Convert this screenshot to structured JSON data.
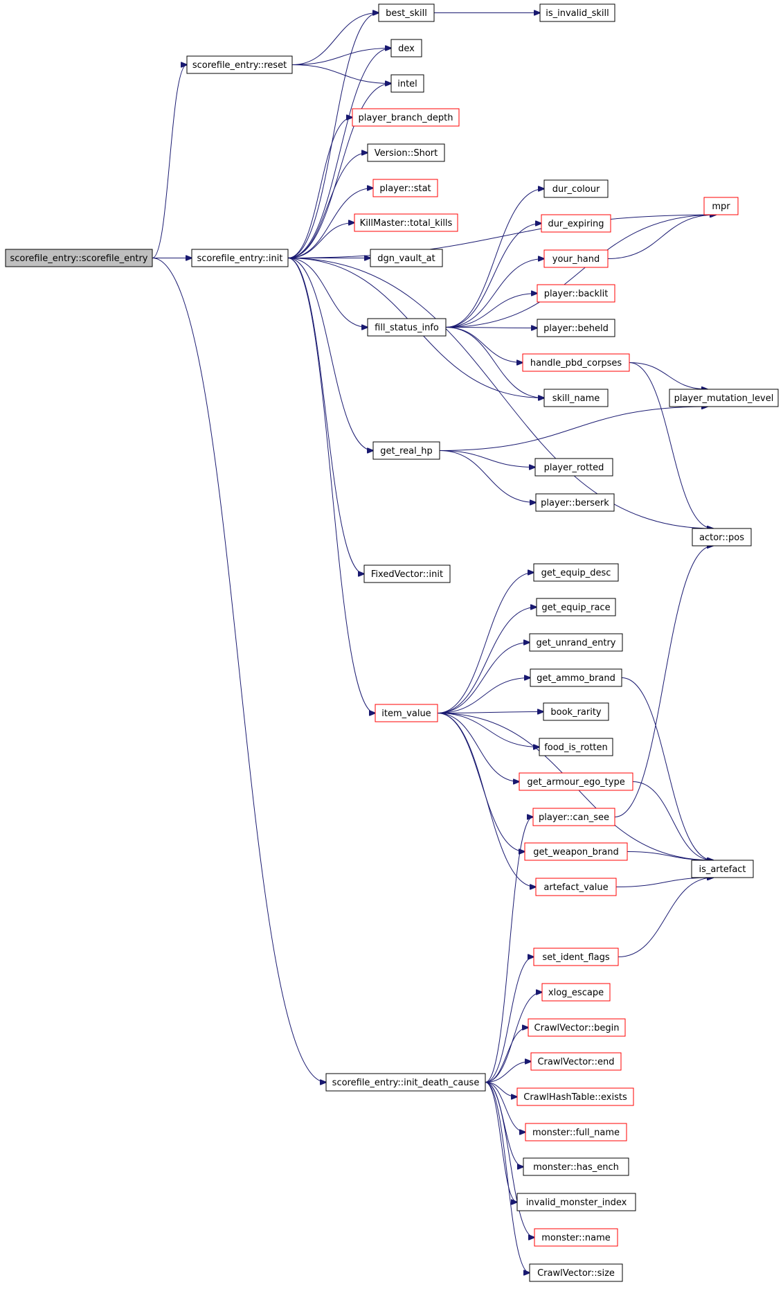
{
  "nodes": [
    {
      "id": "root",
      "label": "scorefile_entry::scorefile_entry",
      "highlight": "root"
    },
    {
      "id": "reset",
      "label": "scorefile_entry::reset",
      "highlight": "black"
    },
    {
      "id": "init",
      "label": "scorefile_entry::init",
      "highlight": "black"
    },
    {
      "id": "init_death_cause",
      "label": "scorefile_entry::init_death_cause",
      "highlight": "black"
    },
    {
      "id": "best_skill",
      "label": "best_skill",
      "highlight": "black"
    },
    {
      "id": "is_invalid_skill",
      "label": "is_invalid_skill",
      "highlight": "black"
    },
    {
      "id": "dex",
      "label": "dex",
      "highlight": "black"
    },
    {
      "id": "intel",
      "label": "intel",
      "highlight": "black"
    },
    {
      "id": "player_branch_depth",
      "label": "player_branch_depth",
      "highlight": "red"
    },
    {
      "id": "version_short",
      "label": "Version::Short",
      "highlight": "black"
    },
    {
      "id": "player_stat",
      "label": "player::stat",
      "highlight": "red"
    },
    {
      "id": "total_kills",
      "label": "KillMaster::total_kills",
      "highlight": "red"
    },
    {
      "id": "dgn_vault_at",
      "label": "dgn_vault_at",
      "highlight": "black"
    },
    {
      "id": "fill_status_info",
      "label": "fill_status_info",
      "highlight": "black"
    },
    {
      "id": "get_real_hp",
      "label": "get_real_hp",
      "highlight": "black"
    },
    {
      "id": "fixedvector_init",
      "label": "FixedVector::init",
      "highlight": "black"
    },
    {
      "id": "item_value",
      "label": "item_value",
      "highlight": "red"
    },
    {
      "id": "dur_colour",
      "label": "dur_colour",
      "highlight": "black"
    },
    {
      "id": "dur_expiring",
      "label": "dur_expiring",
      "highlight": "red"
    },
    {
      "id": "your_hand",
      "label": "your_hand",
      "highlight": "red"
    },
    {
      "id": "player_backlit",
      "label": "player::backlit",
      "highlight": "red"
    },
    {
      "id": "player_beheld",
      "label": "player::beheld",
      "highlight": "black"
    },
    {
      "id": "handle_pbd_corpses",
      "label": "handle_pbd_corpses",
      "highlight": "red"
    },
    {
      "id": "skill_name",
      "label": "skill_name",
      "highlight": "black"
    },
    {
      "id": "mpr",
      "label": "mpr",
      "highlight": "red"
    },
    {
      "id": "player_mutation_level",
      "label": "player_mutation_level",
      "highlight": "black"
    },
    {
      "id": "player_rotted",
      "label": "player_rotted",
      "highlight": "black"
    },
    {
      "id": "player_berserk",
      "label": "player::berserk",
      "highlight": "black"
    },
    {
      "id": "actor_pos",
      "label": "actor::pos",
      "highlight": "black"
    },
    {
      "id": "get_equip_desc",
      "label": "get_equip_desc",
      "highlight": "black"
    },
    {
      "id": "get_equip_race",
      "label": "get_equip_race",
      "highlight": "black"
    },
    {
      "id": "get_unrand_entry",
      "label": "get_unrand_entry",
      "highlight": "black"
    },
    {
      "id": "get_ammo_brand",
      "label": "get_ammo_brand",
      "highlight": "black"
    },
    {
      "id": "book_rarity",
      "label": "book_rarity",
      "highlight": "black"
    },
    {
      "id": "food_is_rotten",
      "label": "food_is_rotten",
      "highlight": "black"
    },
    {
      "id": "get_armour_ego_type",
      "label": "get_armour_ego_type",
      "highlight": "red"
    },
    {
      "id": "player_can_see",
      "label": "player::can_see",
      "highlight": "red"
    },
    {
      "id": "get_weapon_brand",
      "label": "get_weapon_brand",
      "highlight": "red"
    },
    {
      "id": "artefact_value",
      "label": "artefact_value",
      "highlight": "red"
    },
    {
      "id": "is_artefact",
      "label": "is_artefact",
      "highlight": "black"
    },
    {
      "id": "set_ident_flags",
      "label": "set_ident_flags",
      "highlight": "red"
    },
    {
      "id": "xlog_escape",
      "label": "xlog_escape",
      "highlight": "red"
    },
    {
      "id": "crawlvector_begin",
      "label": "CrawlVector::begin",
      "highlight": "red"
    },
    {
      "id": "crawlvector_end",
      "label": "CrawlVector::end",
      "highlight": "red"
    },
    {
      "id": "crawlhashtable_exists",
      "label": "CrawlHashTable::exists",
      "highlight": "red"
    },
    {
      "id": "monster_full_name",
      "label": "monster::full_name",
      "highlight": "red"
    },
    {
      "id": "monster_has_ench",
      "label": "monster::has_ench",
      "highlight": "black"
    },
    {
      "id": "invalid_monster_index",
      "label": "invalid_monster_index",
      "highlight": "black"
    },
    {
      "id": "monster_name",
      "label": "monster::name",
      "highlight": "red"
    },
    {
      "id": "crawlvector_size",
      "label": "CrawlVector::size",
      "highlight": "black"
    }
  ],
  "edges": [
    [
      "root",
      "reset"
    ],
    [
      "root",
      "init"
    ],
    [
      "root",
      "init_death_cause"
    ],
    [
      "reset",
      "best_skill"
    ],
    [
      "reset",
      "dex"
    ],
    [
      "reset",
      "intel"
    ],
    [
      "best_skill",
      "is_invalid_skill"
    ],
    [
      "init",
      "best_skill"
    ],
    [
      "init",
      "dex"
    ],
    [
      "init",
      "intel"
    ],
    [
      "init",
      "player_branch_depth"
    ],
    [
      "init",
      "version_short"
    ],
    [
      "init",
      "player_stat"
    ],
    [
      "init",
      "total_kills"
    ],
    [
      "init",
      "dgn_vault_at"
    ],
    [
      "init",
      "mpr"
    ],
    [
      "init",
      "fill_status_info"
    ],
    [
      "init",
      "skill_name"
    ],
    [
      "init",
      "get_real_hp"
    ],
    [
      "init",
      "actor_pos"
    ],
    [
      "init",
      "fixedvector_init"
    ],
    [
      "init",
      "item_value"
    ],
    [
      "fill_status_info",
      "dur_colour"
    ],
    [
      "fill_status_info",
      "dur_expiring"
    ],
    [
      "fill_status_info",
      "your_hand"
    ],
    [
      "fill_status_info",
      "mpr"
    ],
    [
      "fill_status_info",
      "player_backlit"
    ],
    [
      "fill_status_info",
      "player_beheld"
    ],
    [
      "fill_status_info",
      "handle_pbd_corpses"
    ],
    [
      "fill_status_info",
      "skill_name"
    ],
    [
      "your_hand",
      "mpr"
    ],
    [
      "handle_pbd_corpses",
      "player_mutation_level"
    ],
    [
      "handle_pbd_corpses",
      "actor_pos"
    ],
    [
      "get_real_hp",
      "player_mutation_level"
    ],
    [
      "get_real_hp",
      "player_rotted"
    ],
    [
      "get_real_hp",
      "player_berserk"
    ],
    [
      "item_value",
      "get_equip_desc"
    ],
    [
      "item_value",
      "get_equip_race"
    ],
    [
      "item_value",
      "get_unrand_entry"
    ],
    [
      "item_value",
      "get_ammo_brand"
    ],
    [
      "item_value",
      "book_rarity"
    ],
    [
      "item_value",
      "food_is_rotten"
    ],
    [
      "item_value",
      "get_armour_ego_type"
    ],
    [
      "item_value",
      "get_weapon_brand"
    ],
    [
      "item_value",
      "artefact_value"
    ],
    [
      "item_value",
      "is_artefact"
    ],
    [
      "get_ammo_brand",
      "is_artefact"
    ],
    [
      "get_armour_ego_type",
      "is_artefact"
    ],
    [
      "player_can_see",
      "actor_pos"
    ],
    [
      "get_weapon_brand",
      "is_artefact"
    ],
    [
      "artefact_value",
      "is_artefact"
    ],
    [
      "set_ident_flags",
      "is_artefact"
    ],
    [
      "init_death_cause",
      "player_can_see"
    ],
    [
      "init_death_cause",
      "set_ident_flags"
    ],
    [
      "init_death_cause",
      "xlog_escape"
    ],
    [
      "init_death_cause",
      "crawlvector_begin"
    ],
    [
      "init_death_cause",
      "crawlvector_end"
    ],
    [
      "init_death_cause",
      "crawlhashtable_exists"
    ],
    [
      "init_death_cause",
      "monster_full_name"
    ],
    [
      "init_death_cause",
      "monster_has_ench"
    ],
    [
      "init_death_cause",
      "invalid_monster_index"
    ],
    [
      "init_death_cause",
      "monster_name"
    ],
    [
      "init_death_cause",
      "crawlvector_size"
    ]
  ]
}
